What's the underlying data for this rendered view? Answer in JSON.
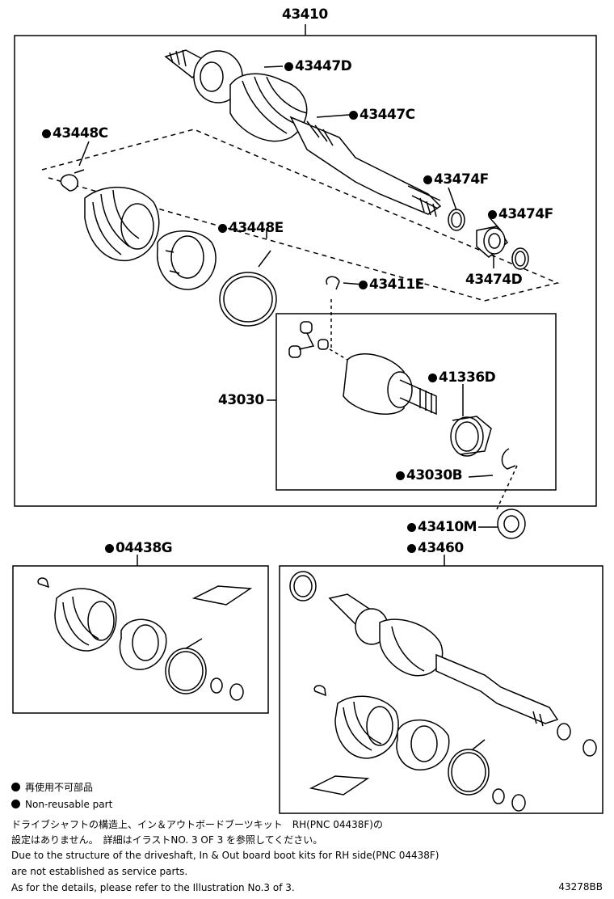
{
  "labels": {
    "l43410": "43410",
    "l43447D": "43447D",
    "l43447C": "43447C",
    "l43448C": "43448C",
    "l43474F_a": "43474F",
    "l43474F_b": "43474F",
    "l43474D": "43474D",
    "l43448E": "43448E",
    "l43411E": "43411E",
    "l43030": "43030",
    "l41336D": "41336D",
    "l43030B": "43030B",
    "l43410M": "43410M",
    "l04438G": "04438G",
    "l43460": "43460"
  },
  "legend": {
    "item1": "再使用不可部品",
    "item2": "Non-reusable part"
  },
  "notes": {
    "line1": "ドライブシャフトの構造上、イン＆アウトボードブーツキット　RH(PNC 04438F)の",
    "line2": "設定はありません。　詳細はイラストNO. 3 OF 3 を参照してください。",
    "line3": "Due to the structure of the driveshaft, In & Out board boot kits for RH side(PNC 04438F)",
    "line4": "are not established as service parts.",
    "line5": "As for the details, please refer to the Illustration No.3 of 3."
  },
  "illustration_code": "43278BB"
}
